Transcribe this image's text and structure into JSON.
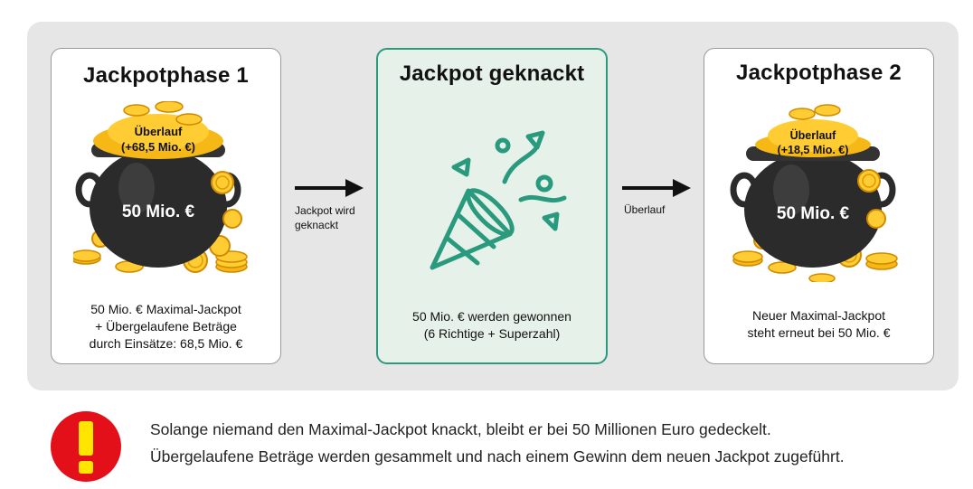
{
  "phases": [
    {
      "title": "Jackpotphase 1",
      "pot_label": "50 Mio. €",
      "overflow_label": "Überlauf",
      "overflow_value": "(+68,5 Mio. €)",
      "description": "50 Mio. € Maximal-Jackpot\n+ Übergelaufene Beträge\ndurch Einsätze: 68,5 Mio. €"
    },
    {
      "title": "Jackpot geknackt",
      "description": "50 Mio. € werden gewonnen\n(6 Richtige + Superzahl)"
    },
    {
      "title": "Jackpotphase 2",
      "pot_label": "50 Mio. €",
      "overflow_label": "Überlauf",
      "overflow_value": "(+18,5 Mio. €)",
      "description": "Neuer Maximal-Jackpot\nsteht erneut bei 50 Mio. €"
    }
  ],
  "arrows": [
    {
      "label": "Jackpot wird\ngeknackt"
    },
    {
      "label": "Überlauf"
    }
  ],
  "note": {
    "icon": "exclamation-icon",
    "text": "Solange niemand den Maximal-Jackpot knackt, bleibt er bei 50 Millionen Euro gedeckelt.\nÜbergelaufene Beträge werden gesammelt und nach einem Gewinn dem neuen Jackpot zugeführt."
  },
  "colors": {
    "accent_green": "#2a9a7e",
    "gold": "#f5b816",
    "pot": "#2b2b2b",
    "warning_red": "#e3101a",
    "warning_yellow": "#ffe500"
  }
}
